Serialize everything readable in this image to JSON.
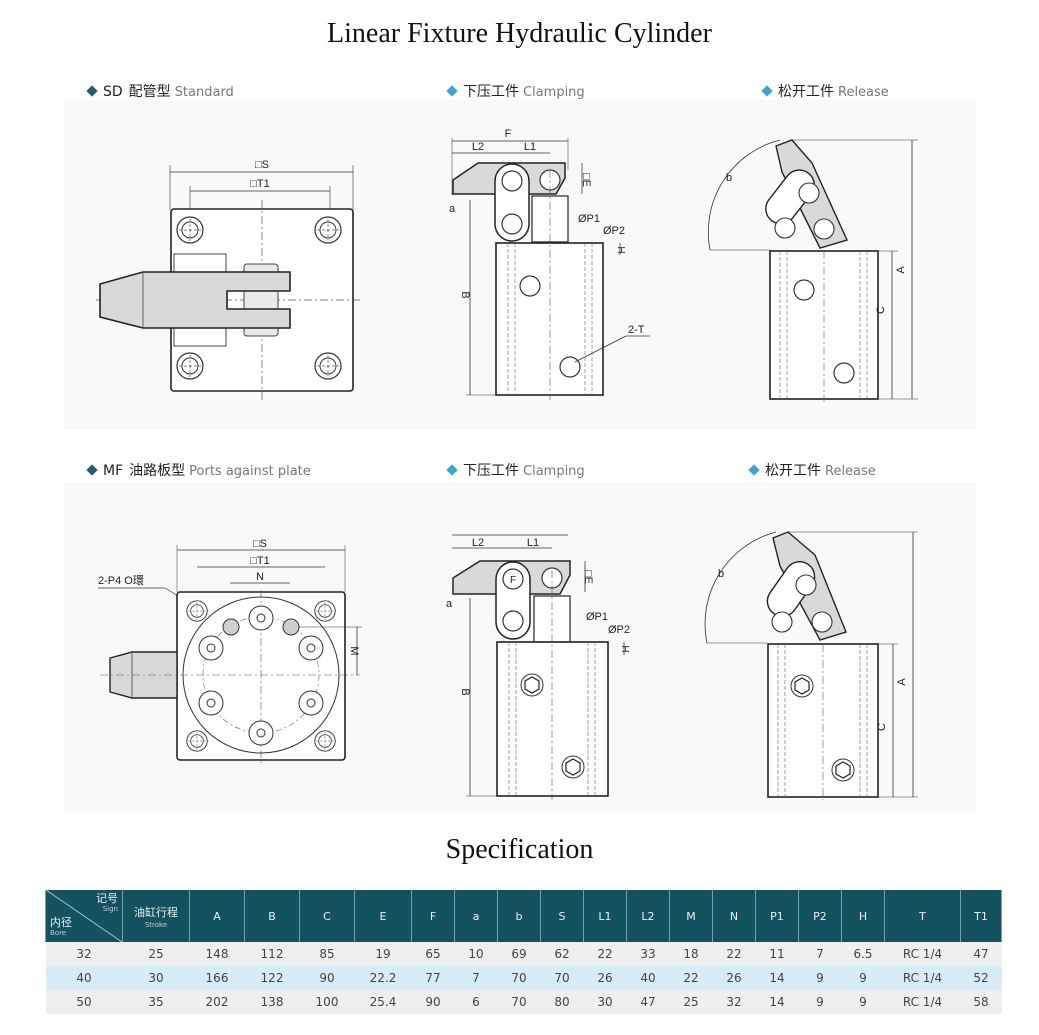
{
  "page": {
    "title": "Linear Fixture Hydraulic Cylinder",
    "spec_title": "Specification"
  },
  "sections": {
    "sd": {
      "code": "SD",
      "cn": "配管型",
      "en": "Standard",
      "marker_color": "#1f5f70"
    },
    "sd_clamp": {
      "cn": "下压工件",
      "en": "Clamping",
      "marker_color": "#3aa6d0"
    },
    "sd_release": {
      "cn": "松开工件",
      "en": "Release",
      "marker_color": "#3aa6d0"
    },
    "mf": {
      "code": "MF",
      "cn": "油路板型",
      "en": "Ports against plate",
      "marker_color": "#1f5f70"
    },
    "mf_clamp": {
      "cn": "下压工件",
      "en": "Clamping",
      "marker_color": "#3aa6d0"
    },
    "mf_release": {
      "cn": "松开工件",
      "en": "Release",
      "marker_color": "#3aa6d0"
    }
  },
  "drawings": {
    "sd_top": {
      "dim_s": "□S",
      "dim_t1": "□T1"
    },
    "sd_clamp": {
      "dim_f": "F",
      "dim_l2": "L2",
      "dim_l1": "L1",
      "dim_e": "□E",
      "dim_a": "a",
      "dim_p1": "ØP1",
      "dim_p2": "ØP2",
      "dim_h": "H",
      "dim_b": "B",
      "dim_t": "2-T"
    },
    "sd_release": {
      "dim_b_angle": "b",
      "dim_a": "A",
      "dim_c": "C"
    },
    "mf_top": {
      "dim_s": "□S",
      "dim_t1": "□T1",
      "dim_n": "N",
      "dim_m": "M",
      "dim_p4": "2-P4  O環"
    },
    "mf_clamp": {
      "dim_l2": "L2",
      "dim_l1": "L1",
      "dim_e": "□E",
      "dim_a": "a",
      "dim_p1": "ØP1",
      "dim_p2": "ØP2",
      "dim_h": "H",
      "dim_b": "B",
      "dim_f": "F"
    },
    "mf_release": {
      "dim_b_angle": "b",
      "dim_a": "A",
      "dim_c": "C"
    }
  },
  "table": {
    "header_color": "#14525f",
    "corner": {
      "sign_cn": "记号",
      "sign_en": "Sign",
      "bore_cn": "内径",
      "bore_en": "Bore"
    },
    "stroke": {
      "cn": "油缸行程",
      "en": "Stroke"
    },
    "columns": [
      "A",
      "B",
      "C",
      "E",
      "F",
      "a",
      "b",
      "S",
      "L1",
      "L2",
      "M",
      "N",
      "P1",
      "P2",
      "H",
      "T",
      "T1"
    ],
    "rows": [
      {
        "bore": "32",
        "stroke": "25",
        "values": [
          "148",
          "112",
          "85",
          "19",
          "65",
          "10",
          "69",
          "62",
          "22",
          "33",
          "18",
          "22",
          "11",
          "7",
          "6.5",
          "RC 1/4",
          "47"
        ]
      },
      {
        "bore": "40",
        "stroke": "30",
        "values": [
          "166",
          "122",
          "90",
          "22.2",
          "77",
          "7",
          "70",
          "70",
          "26",
          "40",
          "22",
          "26",
          "14",
          "9",
          "9",
          "RC 1/4",
          "52"
        ]
      },
      {
        "bore": "50",
        "stroke": "35",
        "values": [
          "202",
          "138",
          "100",
          "25.4",
          "90",
          "6",
          "70",
          "80",
          "30",
          "47",
          "25",
          "32",
          "14",
          "9",
          "9",
          "RC 1/4",
          "58"
        ]
      }
    ]
  }
}
